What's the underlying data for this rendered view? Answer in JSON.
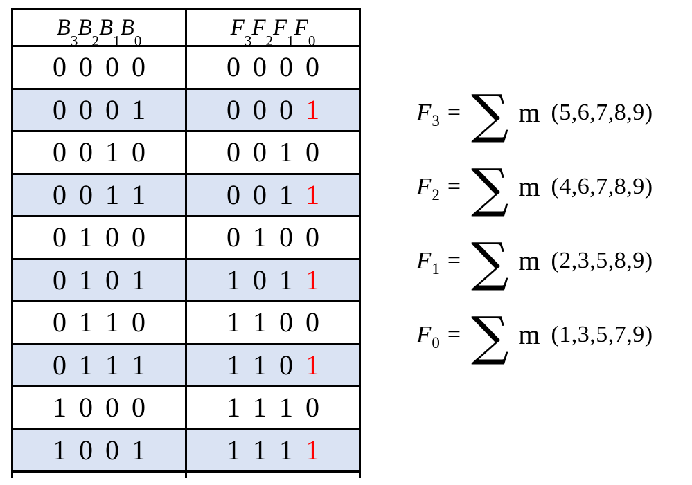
{
  "colors": {
    "row_shade": "#dae3f3",
    "highlight_red": "#ff0000",
    "border": "#000000",
    "text": "#000000"
  },
  "table": {
    "header": {
      "input": [
        [
          "B",
          "3"
        ],
        [
          "B",
          "2"
        ],
        [
          "B",
          "1"
        ],
        [
          "B",
          "0"
        ]
      ],
      "output": [
        [
          "F",
          "3"
        ],
        [
          "F",
          "2"
        ],
        [
          "F",
          "1"
        ],
        [
          "F",
          "0"
        ]
      ]
    },
    "rows": [
      {
        "input_bits": "0000",
        "output_bits": "0000",
        "shaded": false,
        "last_bit_red": false
      },
      {
        "input_bits": "0001",
        "output_bits": "0001",
        "shaded": true,
        "last_bit_red": true
      },
      {
        "input_bits": "0010",
        "output_bits": "0010",
        "shaded": false,
        "last_bit_red": false
      },
      {
        "input_bits": "0011",
        "output_bits": "0011",
        "shaded": true,
        "last_bit_red": true
      },
      {
        "input_bits": "0100",
        "output_bits": "0100",
        "shaded": false,
        "last_bit_red": false
      },
      {
        "input_bits": "0101",
        "output_bits": "1011",
        "shaded": true,
        "last_bit_red": true
      },
      {
        "input_bits": "0110",
        "output_bits": "1100",
        "shaded": false,
        "last_bit_red": false
      },
      {
        "input_bits": "0111",
        "output_bits": "1101",
        "shaded": true,
        "last_bit_red": true
      },
      {
        "input_bits": "1000",
        "output_bits": "1110",
        "shaded": false,
        "last_bit_red": false
      },
      {
        "input_bits": "1001",
        "output_bits": "1111",
        "shaded": true,
        "last_bit_red": true
      }
    ]
  },
  "equations": [
    {
      "var": "F",
      "sub": "3",
      "rel": "=",
      "sigma": "∑",
      "m": "m",
      "terms": "(5,6,7,8,9)"
    },
    {
      "var": "F",
      "sub": "2",
      "rel": "=",
      "sigma": "∑",
      "m": "m",
      "terms": "(4,6,7,8,9)"
    },
    {
      "var": "F",
      "sub": "1",
      "rel": "=",
      "sigma": "∑",
      "m": "m",
      "terms": "(2,3,5,8,9)"
    },
    {
      "var": "F",
      "sub": "0",
      "rel": "=",
      "sigma": "∑",
      "m": "m",
      "terms": "(1,3,5,7,9)"
    }
  ]
}
